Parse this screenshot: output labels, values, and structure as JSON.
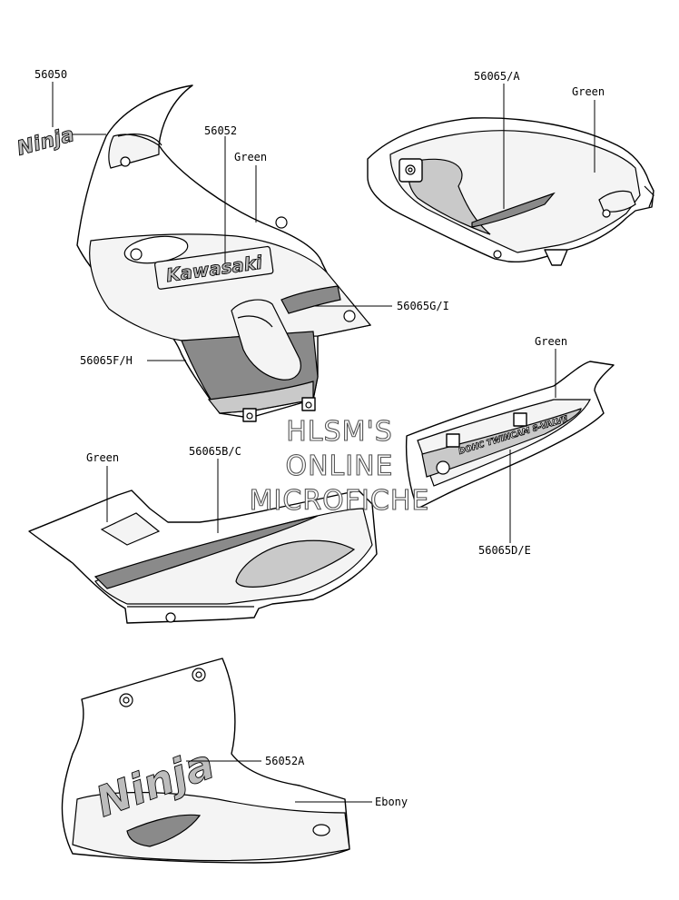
{
  "labels": {
    "p56050": "56050",
    "p56052": "56052",
    "green_cowl": "Green",
    "p56065A": "56065/A",
    "green_tank": "Green",
    "p56065GI": "56065G/I",
    "p56065FH": "56065F/H",
    "green_side": "Green",
    "green_lower": "Green",
    "p56065BC": "56065B/C",
    "p56065DE": "56065D/E",
    "p56052A": "56052A",
    "ebony": "Ebony"
  },
  "decals": {
    "brand": "Kawasaki",
    "ninja_small": "Ninja",
    "ninja_large": "Ninja",
    "engine": "DOHC TWINCAM 8-VALVE"
  },
  "watermark": {
    "line1": "HLSM'S",
    "line2": "ONLINE",
    "line3": "MICROFICHE"
  }
}
